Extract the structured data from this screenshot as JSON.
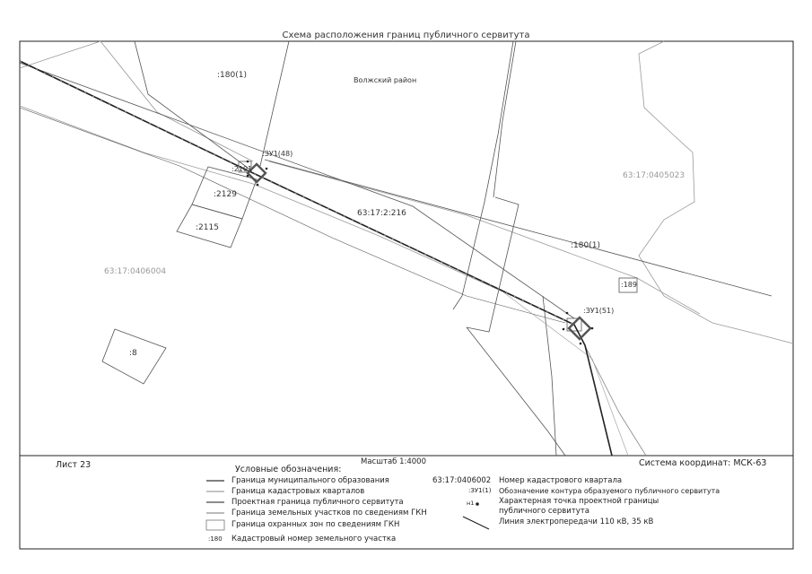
{
  "title": "Схема расположения границ публичного сервитута",
  "map_labels": {
    "parcel_180_top": ":180(1)",
    "district": "Волжский район",
    "zu_48": ":ЗУ1(48)",
    "parcel_2101": ":2101",
    "parcel_2129": ":2129",
    "parcel_2115": ":2115",
    "parcel_216": "63:17:2:216",
    "quarter_5023": "63:17:0405023",
    "parcel_180_right": ":180(1)",
    "parcel_189": ":189",
    "quarter_6004": "63:17:0406004",
    "zu_51": ":ЗУ1(51)",
    "parcel_8": ":8"
  },
  "footer": {
    "sheet": "Лист 23",
    "scale": "Масштаб 1:4000",
    "coord_system": "Система координат: МСК-63"
  },
  "legend": {
    "heading": "Условные обозначения:",
    "left": [
      "Граница муниципального образования",
      "Граница кадастровых кварталов",
      "Проектная граница публичного сервитута",
      "Граница земельных участков по сведениям ГКН",
      "Граница охранных зон по сведениям ГКН",
      "Кадастровый номер земельного участка"
    ],
    "sample_cadnum": ":180",
    "sample_quarter": "63:17:0406002",
    "quarter_text": "Номер кадастрового квартала",
    "contour_sample": ":ЗУ1(1)",
    "contour_text": "Обозначение контура образуемого публичного сервитута",
    "point_sample": "н1",
    "point_text_1": "Характерная точка проектной границы",
    "point_text_2": "публичного сервитута",
    "line_text": "Линия электропередачи 110 кВ, 35 кВ"
  },
  "colors": {
    "frame": "#222222",
    "municipal": "#3a3a3a",
    "quarter": "#8a8a8a",
    "servitude": "#555555",
    "parcel": "#666666",
    "label_grey": "#9a9a9a"
  }
}
